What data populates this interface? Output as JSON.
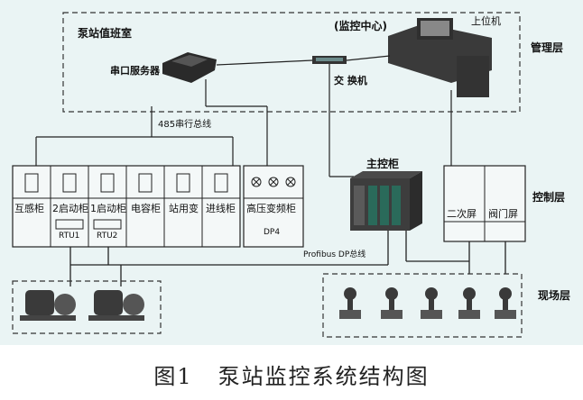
{
  "labels": {
    "duty_room": "泵站值班室",
    "monitor_center": "(监控中心)",
    "upper_computer": "上位机",
    "mgmt_layer": "管理层",
    "serial_server": "串口服务器",
    "switch": "交 换机",
    "bus485": "485串行总线",
    "main_cabinet": "主控柜",
    "control_layer": "控制层",
    "field_layer": "现场层",
    "profibus": "Profibus DP总线",
    "dp4": "DP4",
    "rtu1": "RTU1",
    "rtu2": "RTU2"
  },
  "cabinets": [
    "互感柜",
    "2启动柜",
    "1启动柜",
    "电容柜",
    "站用变",
    "进线柜"
  ],
  "hv_cabinet": "高压变频柜",
  "screens": [
    "二次屏",
    "阀门屏"
  ],
  "caption": {
    "number": "图1",
    "title": "泵站监控系统结构图"
  }
}
